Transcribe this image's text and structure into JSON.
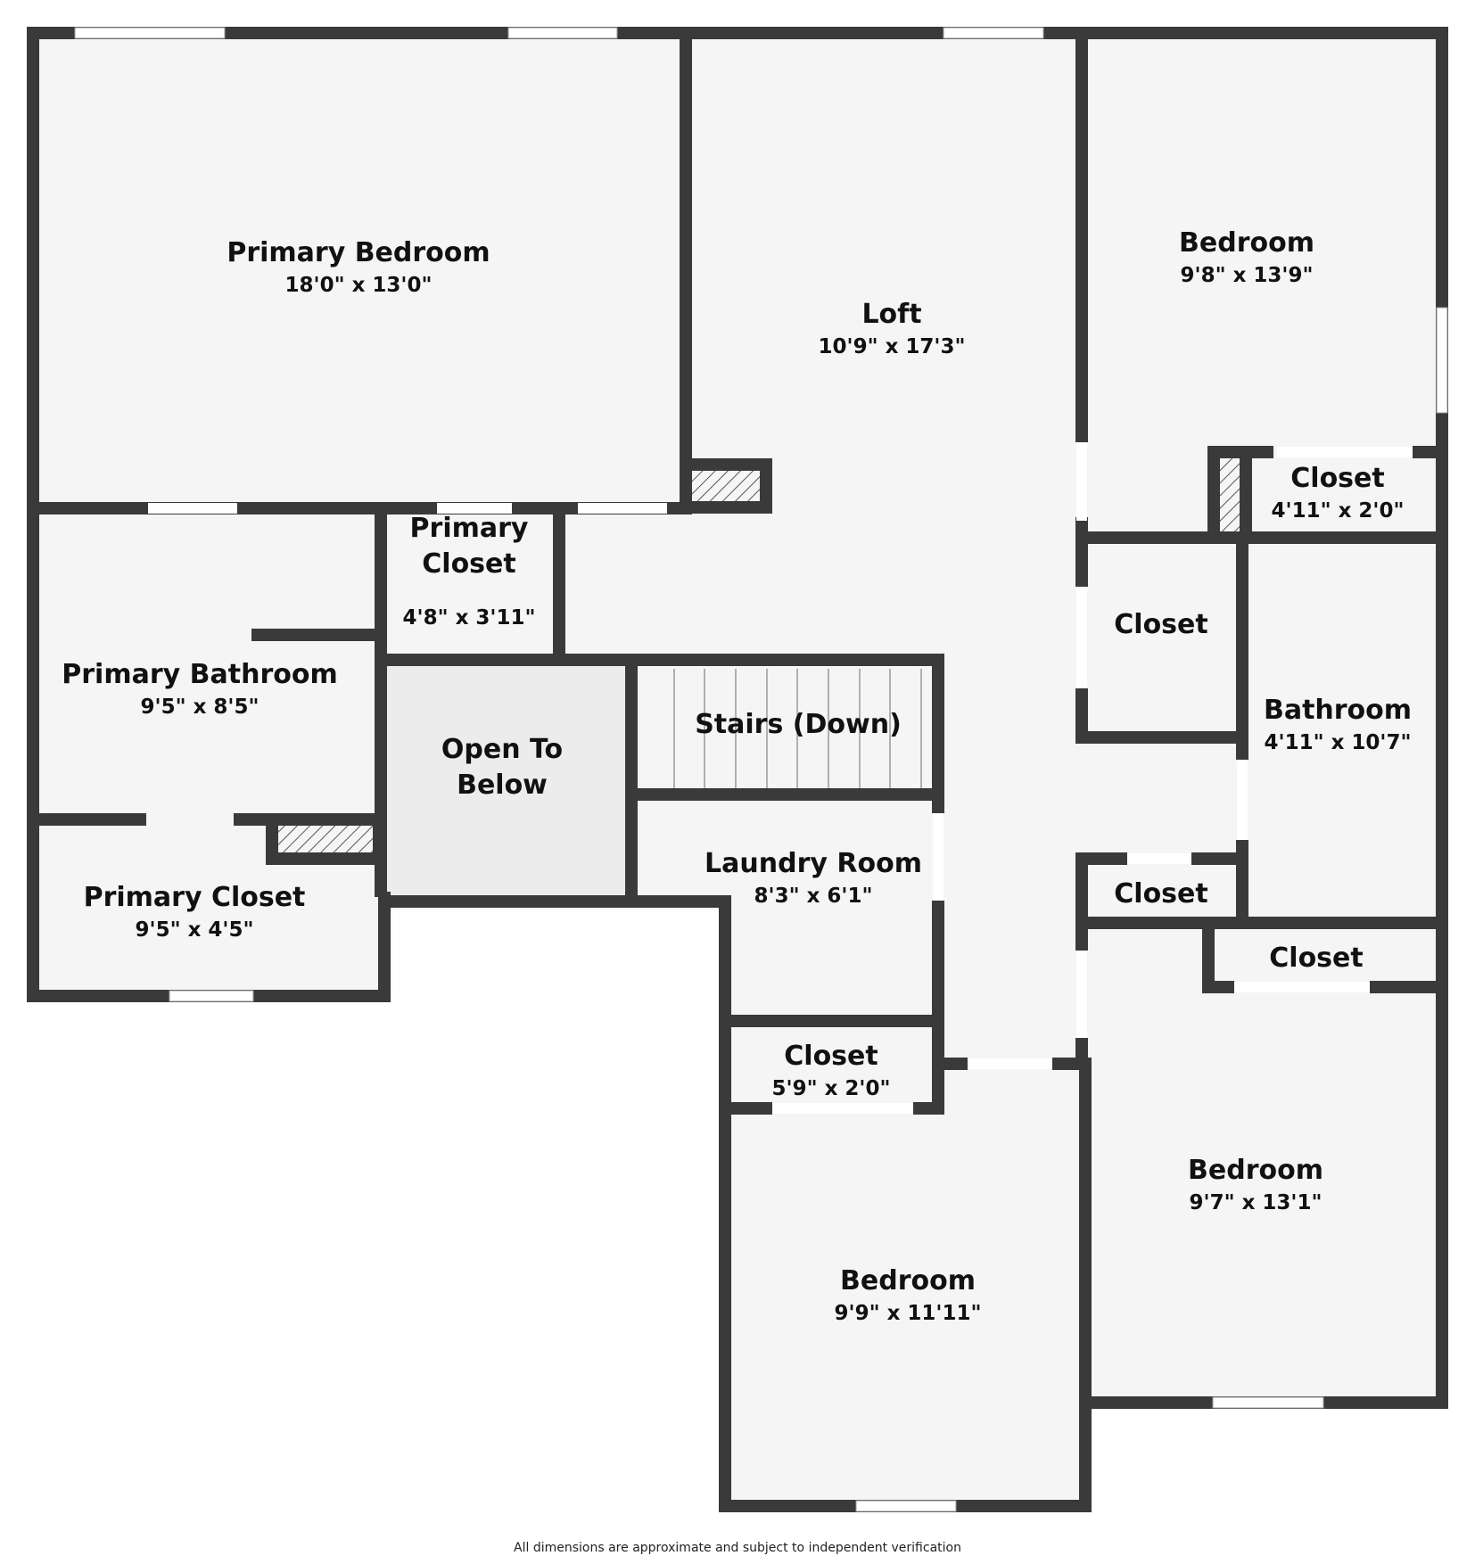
{
  "plan": {
    "rooms": [
      {
        "key": "primary-bedroom",
        "name": "Primary Bedroom",
        "dims": "18'0\" x 13'0\""
      },
      {
        "key": "loft",
        "name": "Loft",
        "dims": "10'9\" x 17'3\""
      },
      {
        "key": "bedroom-ne",
        "name": "Bedroom",
        "dims": "9'8\" x 13'9\""
      },
      {
        "key": "closet-ne",
        "name": "Closet",
        "dims": "4'11\" x 2'0\""
      },
      {
        "key": "primary-closet-small",
        "name": "Primary Closet",
        "dims": "4'8\" x 3'11\""
      },
      {
        "key": "closet-hall",
        "name": "Closet",
        "dims": ""
      },
      {
        "key": "primary-bathroom",
        "name": "Primary Bathroom",
        "dims": "9'5\" x 8'5\""
      },
      {
        "key": "bathroom",
        "name": "Bathroom",
        "dims": "4'11\" x 10'7\""
      },
      {
        "key": "open-to-below",
        "name": "Open To Below",
        "dims": ""
      },
      {
        "key": "stairs",
        "name": "Stairs (Down)",
        "dims": ""
      },
      {
        "key": "laundry-room",
        "name": "Laundry Room",
        "dims": "8'3\" x 6'1\""
      },
      {
        "key": "primary-closet-large",
        "name": "Primary Closet",
        "dims": "9'5\" x 4'5\""
      },
      {
        "key": "closet-small-e",
        "name": "Closet",
        "dims": ""
      },
      {
        "key": "closet-se",
        "name": "Closet",
        "dims": ""
      },
      {
        "key": "closet-laundry",
        "name": "Closet",
        "dims": "5'9\" x 2'0\""
      },
      {
        "key": "bedroom-se",
        "name": "Bedroom",
        "dims": "9'7\" x 13'1\""
      },
      {
        "key": "bedroom-s",
        "name": "Bedroom",
        "dims": "9'9\" x 11'11\""
      }
    ],
    "colors": {
      "wall": "#3a3a3a",
      "floor": "#f5f5f5",
      "open_area": "#ececec",
      "hatch": "#555555"
    }
  },
  "footer": {
    "disclaimer": "All dimensions are approximate and subject to independent verification"
  }
}
